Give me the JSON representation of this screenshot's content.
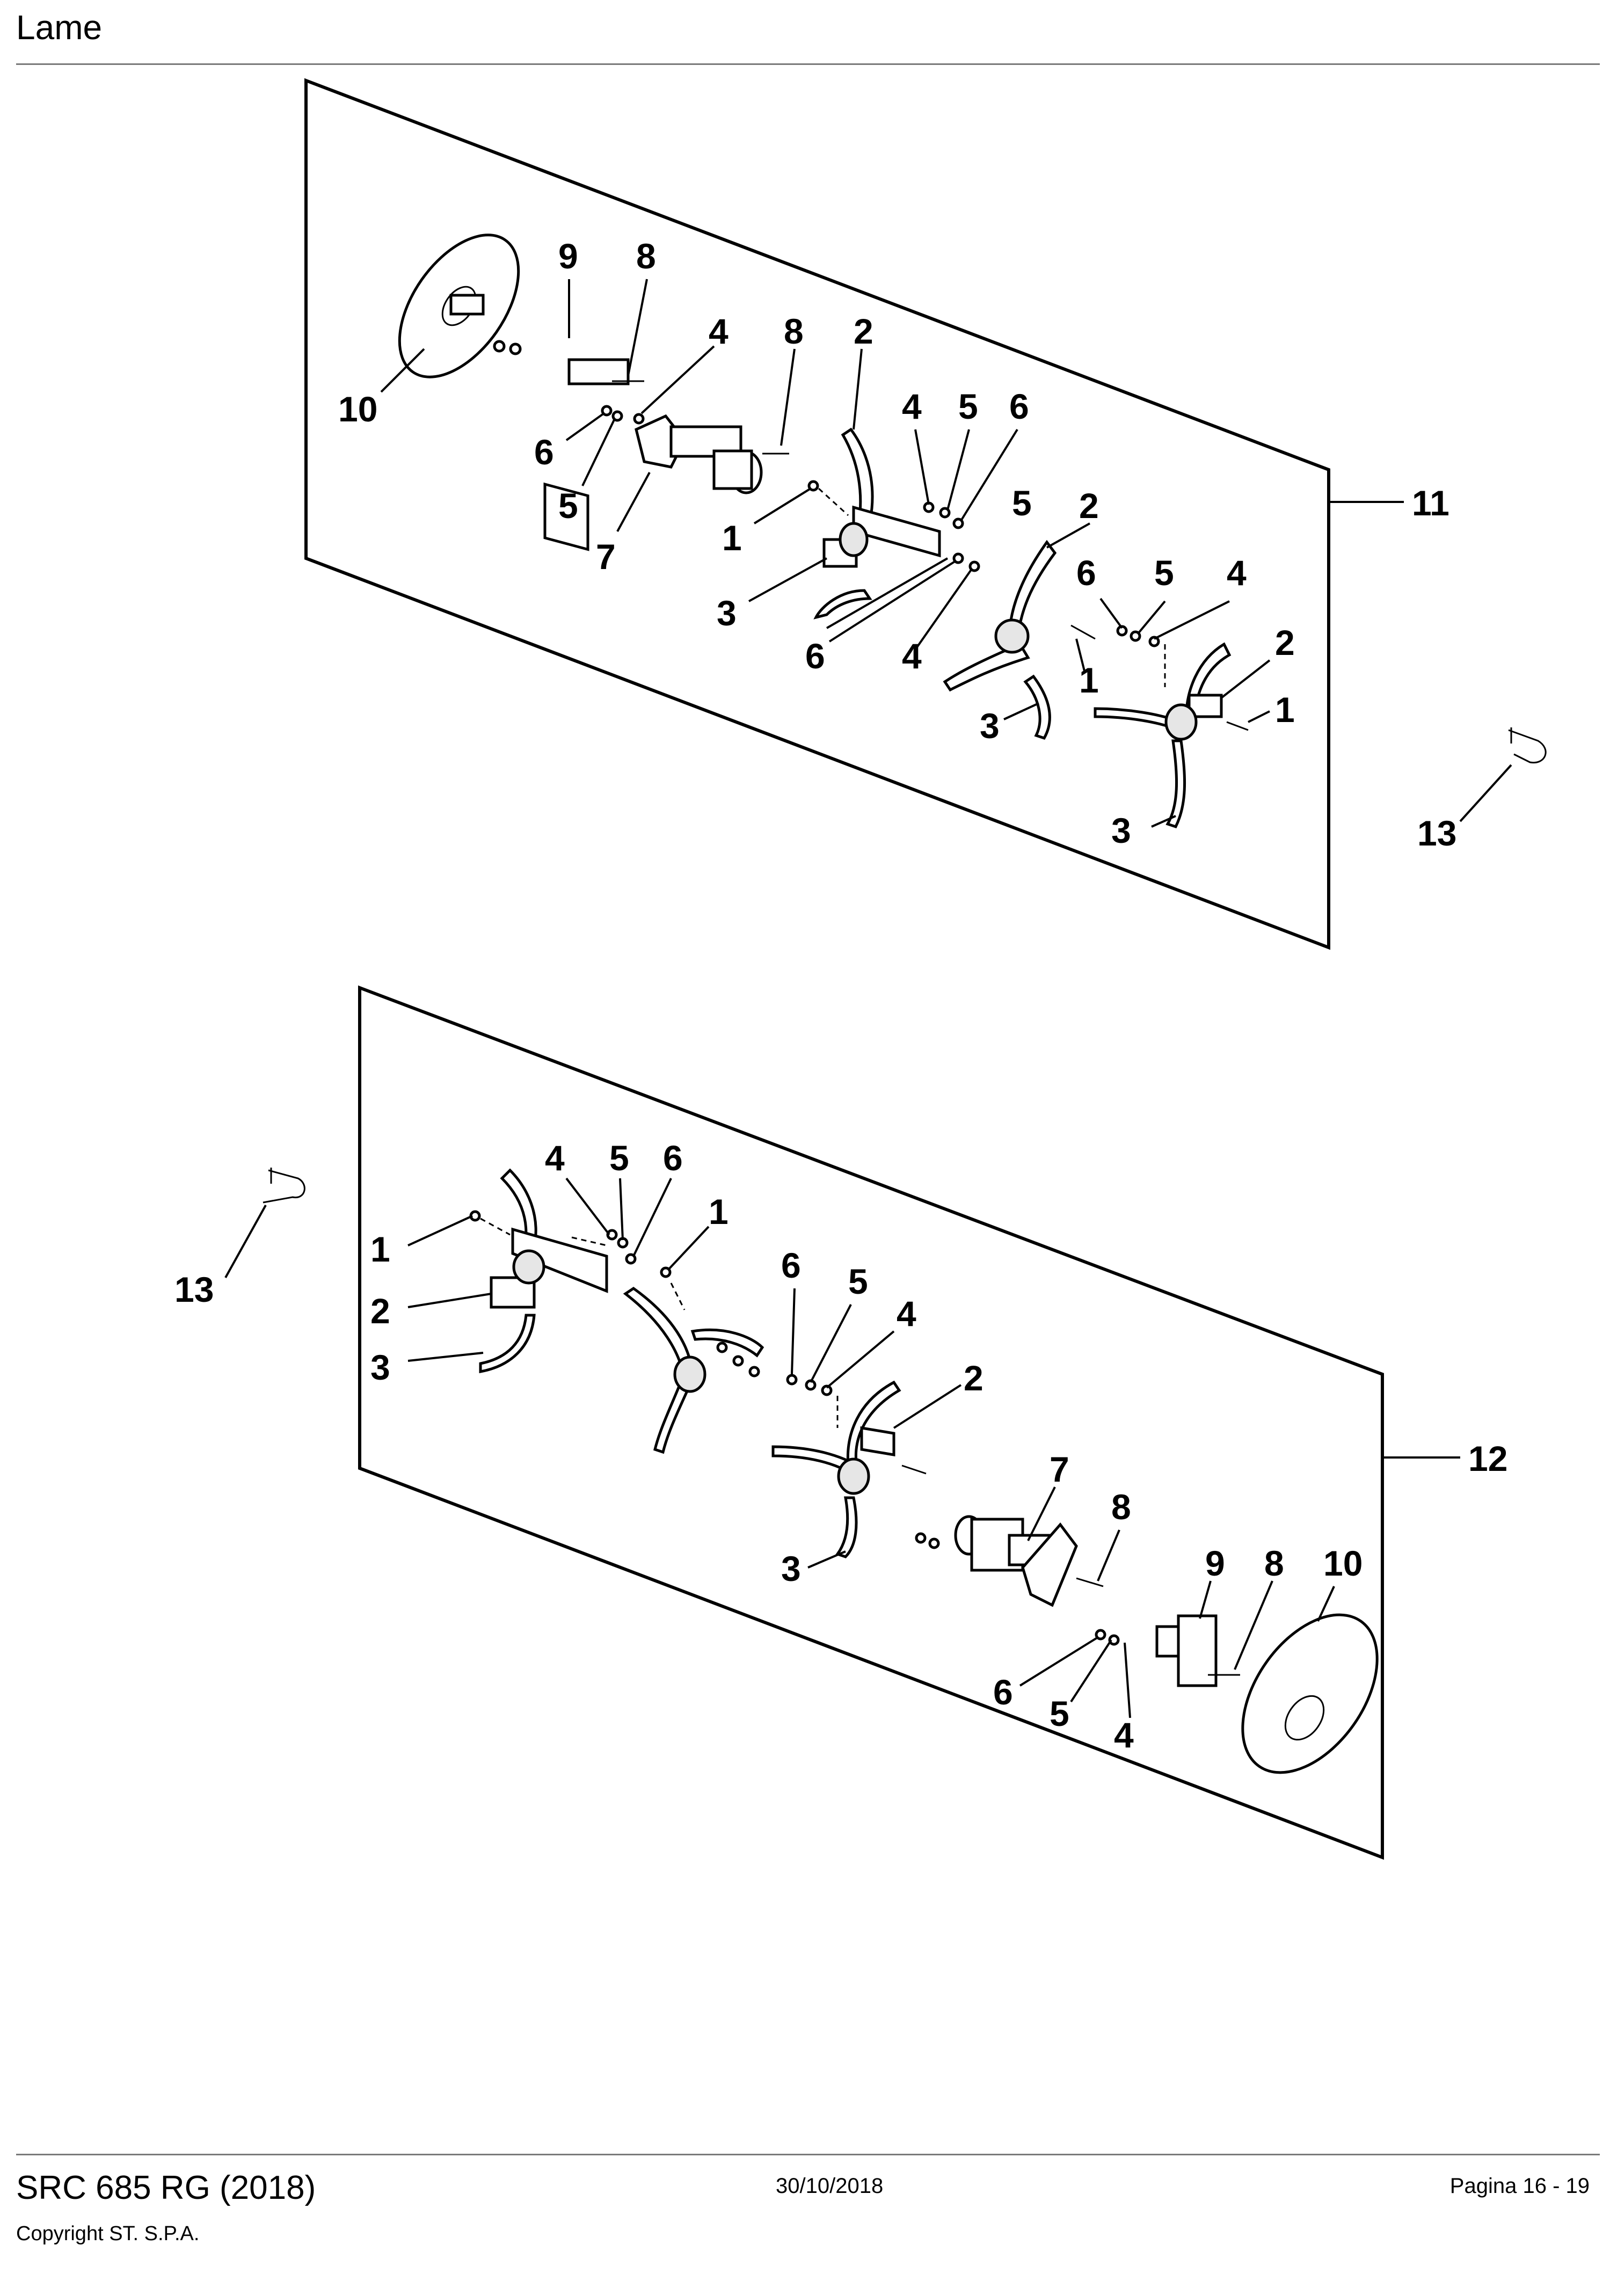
{
  "header": {
    "title": "Lame"
  },
  "footer": {
    "model": "SRC 685 RG (2018)",
    "copyright": "Copyright ST. S.P.A.",
    "date": "30/10/2018",
    "page": "Pagina 16 - 19"
  },
  "diagram_top": {
    "callouts": [
      "10",
      "9",
      "8",
      "4",
      "8",
      "2",
      "4",
      "5",
      "6",
      "6",
      "5",
      "7",
      "1",
      "3",
      "5",
      "2",
      "6",
      "6",
      "5",
      "4",
      "4",
      "1",
      "2",
      "1",
      "3",
      "3",
      "11",
      "13"
    ]
  },
  "diagram_bottom": {
    "callouts": [
      "13",
      "4",
      "5",
      "6",
      "1",
      "1",
      "2",
      "3",
      "6",
      "5",
      "4",
      "2",
      "3",
      "7",
      "8",
      "9",
      "8",
      "10",
      "6",
      "5",
      "4",
      "12"
    ]
  }
}
